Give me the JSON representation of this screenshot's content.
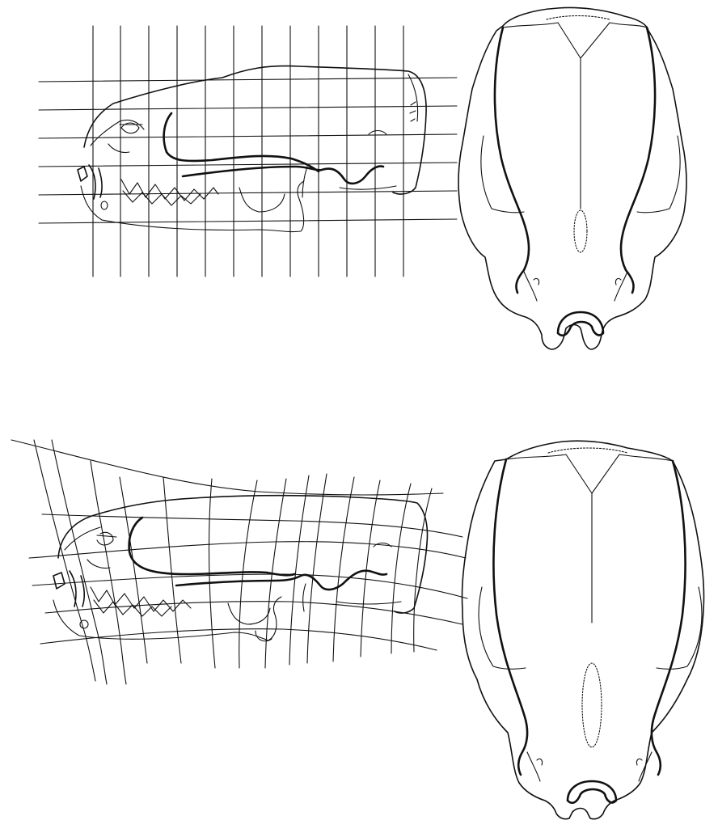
{
  "figure": {
    "ink_color": "#111111",
    "background_color": "#ffffff",
    "panels": [
      {
        "id": "lateral-grid-rectilinear",
        "view": "lateral",
        "grid": "rectilinear"
      },
      {
        "id": "dorsal-skull-top",
        "view": "dorsal"
      },
      {
        "id": "lateral-grid-deformed",
        "view": "lateral",
        "grid": "deformed"
      },
      {
        "id": "dorsal-skull-bottom",
        "view": "dorsal"
      }
    ]
  }
}
